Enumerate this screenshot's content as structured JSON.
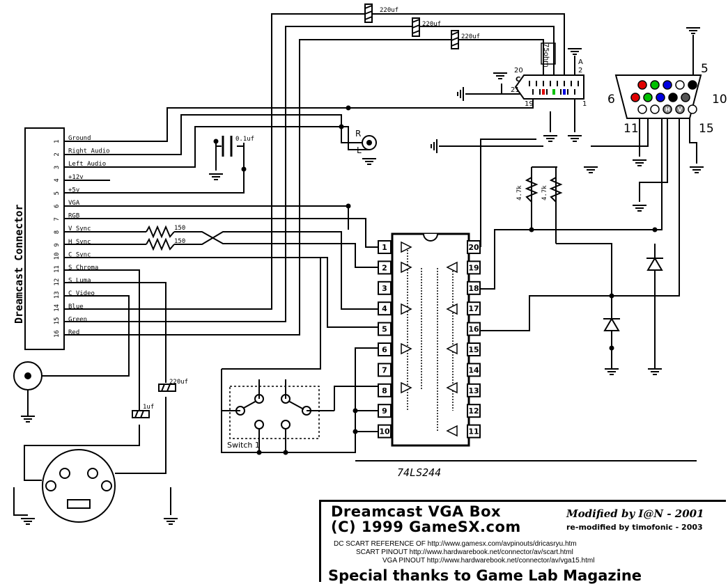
{
  "connector": {
    "title": "Dreamcast Connector",
    "pins": [
      {
        "num": "1",
        "label": "Ground"
      },
      {
        "num": "2",
        "label": "Right Audio"
      },
      {
        "num": "3",
        "label": "Left Audio"
      },
      {
        "num": "4",
        "label": "+12v"
      },
      {
        "num": "5",
        "label": "+5v"
      },
      {
        "num": "6",
        "label": "VGA"
      },
      {
        "num": "7",
        "label": "RGB"
      },
      {
        "num": "8",
        "label": "V Sync"
      },
      {
        "num": "9",
        "label": "H Sync"
      },
      {
        "num": "10",
        "label": "C Sync"
      },
      {
        "num": "11",
        "label": "S Chroma"
      },
      {
        "num": "12",
        "label": "S Luma"
      },
      {
        "num": "13",
        "label": "C Video"
      },
      {
        "num": "14",
        "label": "Blue"
      },
      {
        "num": "15",
        "label": "Green"
      },
      {
        "num": "16",
        "label": "Red"
      }
    ]
  },
  "components": {
    "cap_top1": "220uf",
    "cap_top2": "220uf",
    "cap_top3": "220uf",
    "cap_audio": "0.1uf",
    "cap_svideo": "1uf",
    "cap_luma": "220uf",
    "res_vsync": "150",
    "res_hsync": "150",
    "res_pullup1": "4.7k",
    "res_pullup2": "4.7k",
    "scart_res": "75ohm",
    "switch": "Switch 1",
    "ic_name": "74LS244",
    "audio_r": "R",
    "audio_l": "L"
  },
  "ic_pins_left": [
    "1",
    "2",
    "3",
    "4",
    "5",
    "6",
    "7",
    "8",
    "9",
    "10"
  ],
  "ic_pins_right": [
    "20",
    "19",
    "18",
    "17",
    "16",
    "15",
    "14",
    "13",
    "12",
    "11"
  ],
  "scart": {
    "pin_20": "20",
    "pin_c": "C",
    "pin_21": "21",
    "pin_19": "19",
    "pin_1": "1",
    "pin_a": "A",
    "pin_2": "2"
  },
  "vga": {
    "pin_5": "5",
    "pin_6": "6",
    "pin_10": "10",
    "pin_11": "11",
    "pin_15": "15",
    "h": "H",
    "v": "V"
  },
  "colors": {
    "red": "#e00000",
    "green": "#00c000",
    "blue": "#0000e0",
    "line": "#000000"
  },
  "title_block": {
    "title": "Dreamcast VGA Box",
    "copyright": "(C) 1999 GameSX.com",
    "modified": "Modified by I@N - 2001",
    "remodified": "re-modified by timofonic - 2003",
    "ref1": "DC SCART REFERENCE OF http://www.gamesx.com/avpinouts/dricasryu.htm",
    "ref2": "SCART PINOUT http://www.hardwarebook.net/connector/av/scart.html",
    "ref3": "VGA PINOUT http://www.hardwarebook.net/connector/av/vga15.html",
    "thanks": "Special thanks to Game Lab Magazine"
  }
}
